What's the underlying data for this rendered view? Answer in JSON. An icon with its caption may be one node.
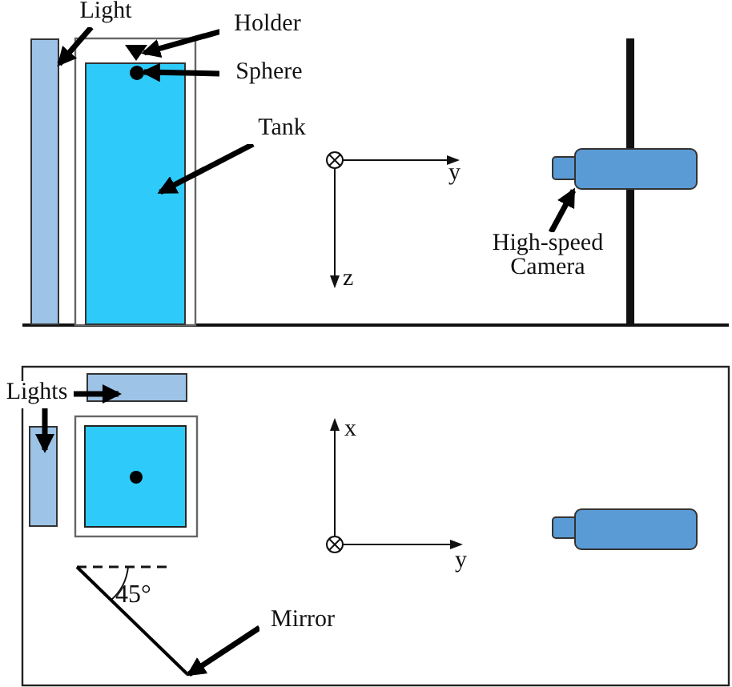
{
  "diagram": {
    "nodes": [
      {
        "text": [
          "Light"
        ]
      },
      {
        "text": [],
        "shape": "bar"
      },
      {
        "text": [
          "Holder"
        ]
      },
      {
        "text": [],
        "shape": "triangle"
      },
      {
        "text": [
          "Sphere"
        ]
      },
      {
        "text": [],
        "shape": "circle",
        "in": 7
      },
      {
        "text": [
          "Tank"
        ]
      },
      {
        "text": [],
        "shape": "box"
      },
      {
        "text": [
          "High-speed Camera"
        ]
      },
      {
        "text": [],
        "shape": "camera"
      },
      {
        "text": [
          "Lights"
        ]
      },
      {
        "text": [],
        "shape": "bar"
      },
      {
        "text": [],
        "shape": "bar"
      },
      {
        "text": [
          "Mirror"
        ]
      },
      {
        "text": [],
        "shape": "line"
      }
    ],
    "edges": [
      {
        "from": 0,
        "to": 1,
        "arrow": "to"
      },
      {
        "from": 2,
        "to": 3,
        "arrow": "to"
      },
      {
        "from": 4,
        "to": 5,
        "arrow": "to"
      },
      {
        "from": 6,
        "to": 7,
        "arrow": "to"
      },
      {
        "from": 8,
        "to": 9,
        "arrow": "to"
      },
      {
        "from": 10,
        "to": 11,
        "arrow": "to"
      },
      {
        "from": 10,
        "to": 12,
        "arrow": "to"
      },
      {
        "from": 13,
        "to": 14,
        "arrow": "to"
      }
    ],
    "labels": [
      "y",
      "z",
      "x",
      "y",
      "45°"
    ]
  }
}
